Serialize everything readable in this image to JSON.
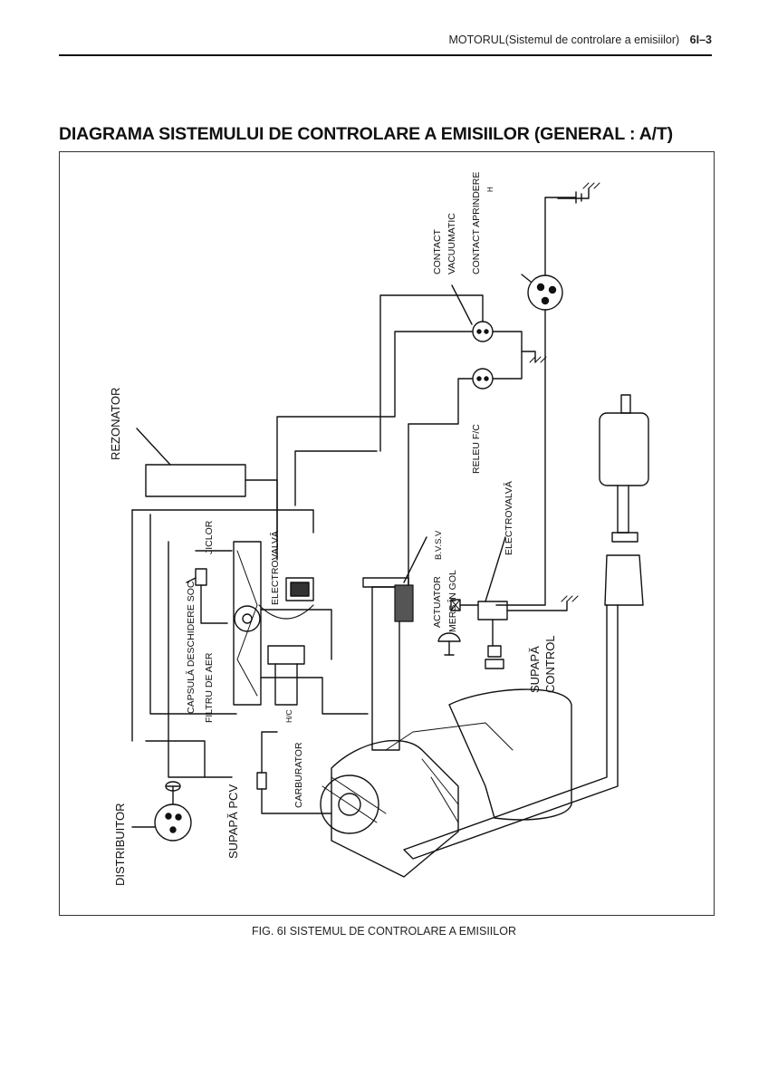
{
  "header": {
    "section": "MOTORUL(Sistemul de controlare a emisiilor)",
    "page_number": "6I–3"
  },
  "title": "DIAGRAMA SISTEMULUI DE CONTROLARE A EMISIILOR (GENERAL : A/T)",
  "diagram": {
    "labels": {
      "rezonator": "REZONATOR",
      "contact_aprindere": "CONTACT APRINDERE",
      "contact": "CONTACT",
      "vacuumatic": "VACUUMATIC",
      "releu_fc": "RELEU F/C",
      "electrovalva_right": "ELECTROVALVĂ",
      "bvsv": "B.V.S.V",
      "electrovalva_left": "ELECTROVALVĂ",
      "jiclor": "JICLOR",
      "capsula": "CAPSULĂ DESCHIDERE SOC",
      "filtru": "FILTRU DE AER",
      "actuator": "ACTUATOR",
      "mers_gol": "MERS ÎN GOL",
      "supapa": "SUPAPĂ",
      "control": "CONTROL",
      "hic": "H/C",
      "carburator": "CARBURATOR",
      "supapa_pcv": "SUPAPĂ PCV",
      "distribuitor": "DISTRIBUITOR"
    }
  },
  "caption": "FIG. 6I  SISTEMUL DE CONTROLARE A EMISIILOR"
}
